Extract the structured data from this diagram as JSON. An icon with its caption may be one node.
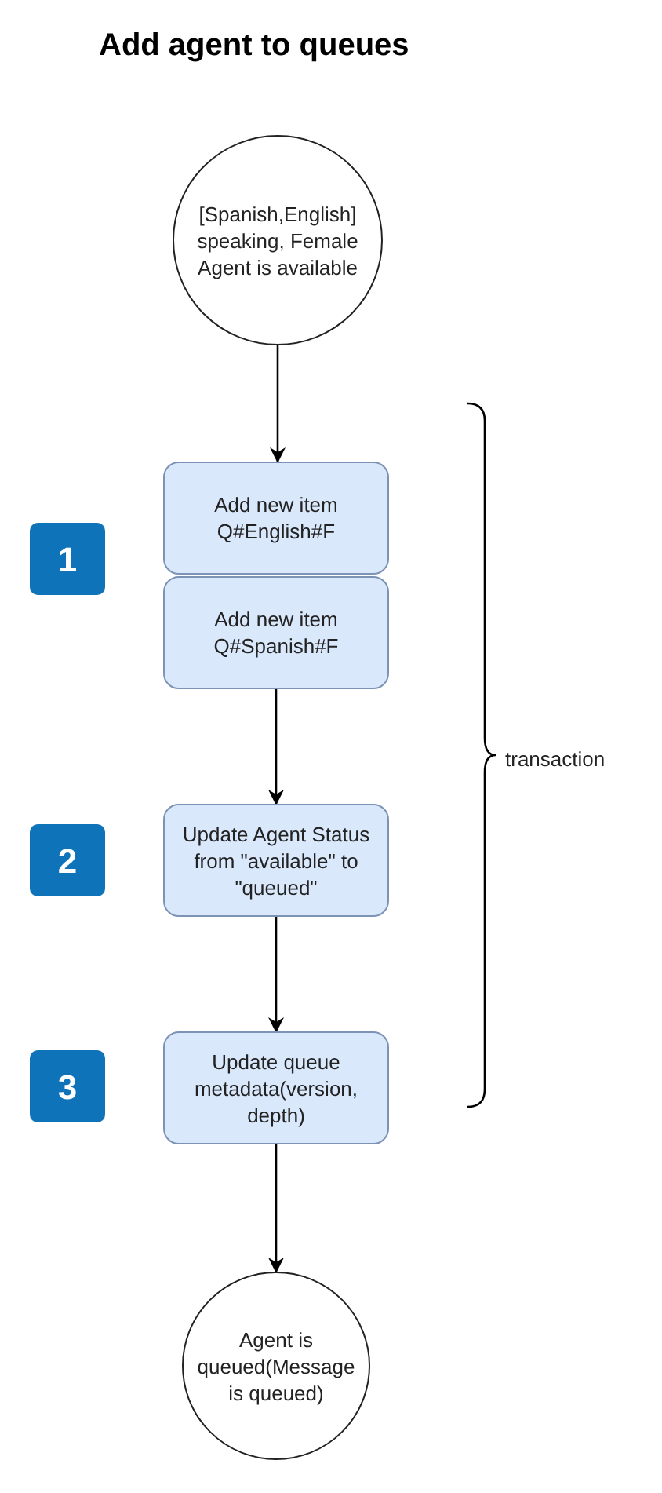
{
  "diagram": {
    "title": "Add agent to queues",
    "nodes": [
      {
        "text": [
          "[Spanish,English] speaking, Female Agent is available"
        ]
      },
      {
        "text": [
          "Add new item Q#English#F"
        ]
      },
      {
        "text": [
          "Add new item Q#Spanish#F"
        ]
      },
      {
        "text": [
          "Update Agent Status from \"available\" to \"queued\""
        ]
      },
      {
        "text": [
          "Update queue metadata(version, depth)"
        ]
      },
      {
        "text": [
          "Agent is queued(Message is queued)"
        ]
      }
    ],
    "edges": [
      {
        "from": 0,
        "to": 1,
        "arrow": "to"
      },
      {
        "from": 2,
        "to": 3,
        "arrow": "to"
      },
      {
        "from": 3,
        "to": 4,
        "arrow": "to"
      },
      {
        "from": 4,
        "to": 5,
        "arrow": "to"
      }
    ],
    "labels": [
      "1",
      "2",
      "3",
      "transaction"
    ]
  }
}
